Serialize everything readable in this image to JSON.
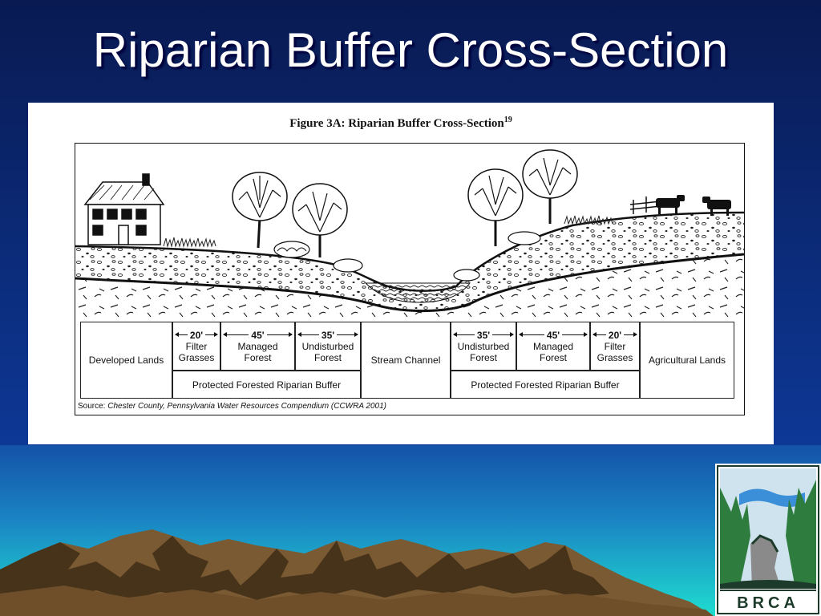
{
  "slide": {
    "title": "Riparian Buffer Cross-Section",
    "colors": {
      "bg_top": "#091a52",
      "bg_bottom": "#0f43b0",
      "lower_band_top": "#1a7fc0",
      "lower_band_bottom": "#22d8cf",
      "mountain": "#7a5a32",
      "mountain_shadow": "#3e2c16"
    }
  },
  "figure": {
    "caption": "Figure 3A: Riparian Buffer Cross-Section",
    "caption_superscript": "19",
    "source_lead": "Source:",
    "source_text": "Chester County, Pennsylvania Water Resources Compendium (CCWRA 2001)"
  },
  "zones": {
    "developed": "Developed Lands",
    "left_filter_width": "20'",
    "left_filter_label_1": "Filter",
    "left_filter_label_2": "Grasses",
    "left_managed_width": "45'",
    "left_managed_label_1": "Managed",
    "left_managed_label_2": "Forest",
    "left_undisturbed_width": "35'",
    "left_undisturbed_label_1": "Undisturbed",
    "left_undisturbed_label_2": "Forest",
    "left_buffer": "Protected Forested Riparian Buffer",
    "stream": "Stream Channel",
    "right_undisturbed_width": "35'",
    "right_undisturbed_label_1": "Undisturbed",
    "right_undisturbed_label_2": "Forest",
    "right_managed_width": "45'",
    "right_managed_label_1": "Managed",
    "right_managed_label_2": "Forest",
    "right_filter_width": "20'",
    "right_filter_label_1": "Filter",
    "right_filter_label_2": "Grasses",
    "right_buffer": "Protected Forested Riparian Buffer",
    "agricultural": "Agricultural Lands"
  },
  "logo": {
    "text": "BRCA",
    "colors": {
      "green": "#2e7d3e",
      "dark": "#1d3b2a",
      "water": "#3b8fd8",
      "rock": "#8a8a8a"
    }
  }
}
